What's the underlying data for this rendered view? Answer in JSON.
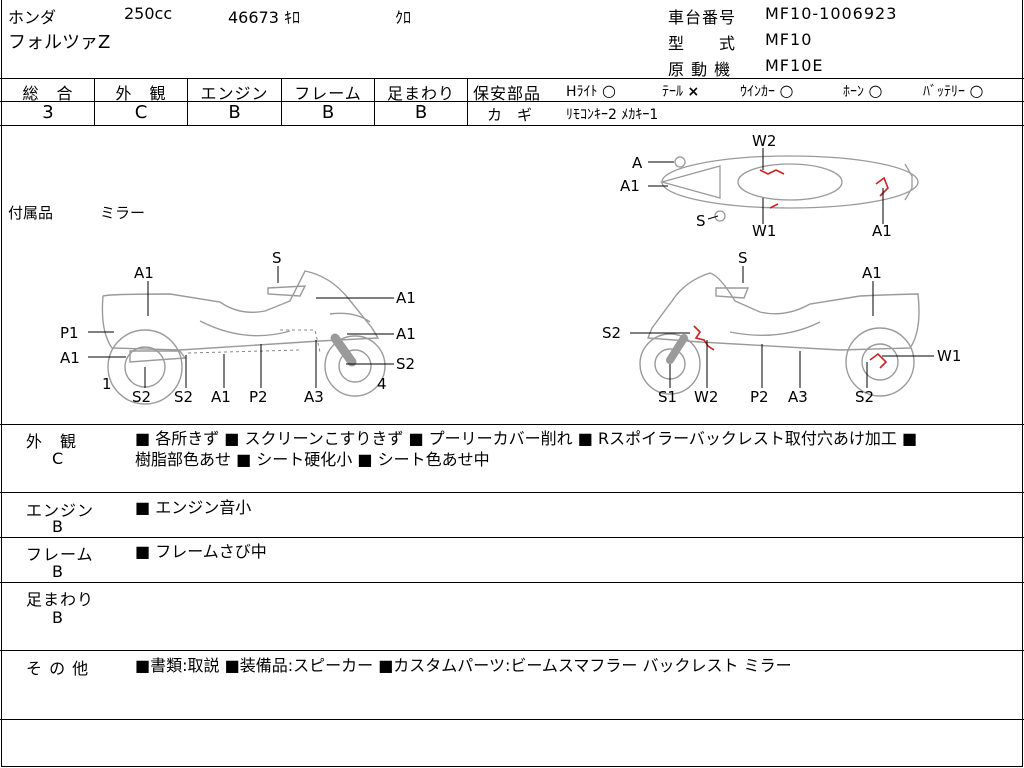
{
  "header": {
    "maker": "ホンダ",
    "displacement": "250cc",
    "mileage": "46673 ｷﾛ",
    "color": "ｸﾛ",
    "model_name": "フォルツァZ",
    "frame_no_label": "車台番号",
    "frame_no": "MF10-1006923",
    "type_label": "型　　式",
    "type_value": "MF10",
    "engine_label": "原 動 機",
    "engine_value": "MF10E"
  },
  "grades": {
    "headers": [
      "総　合",
      "外　観",
      "エンジン",
      "フレーム",
      "足まわり"
    ],
    "values": [
      "3",
      "C",
      "B",
      "B",
      "B"
    ]
  },
  "safety": {
    "label": "保安部品",
    "items": [
      {
        "name": "Hﾗｲﾄ",
        "mark": "○"
      },
      {
        "name": "ﾃｰﾙ",
        "mark": "×"
      },
      {
        "name": "ｳｲﾝｶｰ",
        "mark": "○"
      },
      {
        "name": "ﾎｰﾝ",
        "mark": "○"
      },
      {
        "name": "ﾊﾞｯﾃﾘｰ",
        "mark": "○"
      }
    ],
    "key_label": "カ　ギ",
    "key_value": "ﾘﾓｺﾝｷｰ2 ﾒｶｷｰ1"
  },
  "accessories": {
    "label": "付属品",
    "value": "ミラー"
  },
  "diagram": {
    "left_labels": [
      "A1",
      "S",
      "A1",
      "P1",
      "A1",
      "A1",
      "S2",
      "1",
      "S2",
      "S2",
      "A1",
      "P2",
      "A3",
      "4"
    ],
    "right_labels": [
      "A1",
      "S",
      "S2",
      "W1",
      "S1",
      "W2",
      "P2",
      "A3",
      "S2"
    ],
    "top_labels": [
      "W2",
      "A",
      "A1",
      "S",
      "W1",
      "A1"
    ],
    "damage_color": "#cc2222"
  },
  "sections": [
    {
      "title": "外　観",
      "grade": "C",
      "lines": [
        "■ 各所きず ■ スクリーンこすりきず ■ プーリーカバー削れ ■ Rスポイラーバックレスト取付穴あけ加工 ■",
        "樹脂部色あせ ■ シート硬化小 ■ シート色あせ中"
      ]
    },
    {
      "title": "エンジン",
      "grade": "B",
      "lines": [
        "■ エンジン音小"
      ]
    },
    {
      "title": "フレーム",
      "grade": "B",
      "lines": [
        "■ フレームさび中"
      ]
    },
    {
      "title": "足まわり",
      "grade": "B",
      "lines": []
    },
    {
      "title": "そ の 他",
      "grade": "",
      "lines": [
        "■書類:取説 ■装備品:スピーカー ■カスタムパーツ:ビームスマフラー バックレスト ミラー"
      ]
    }
  ]
}
